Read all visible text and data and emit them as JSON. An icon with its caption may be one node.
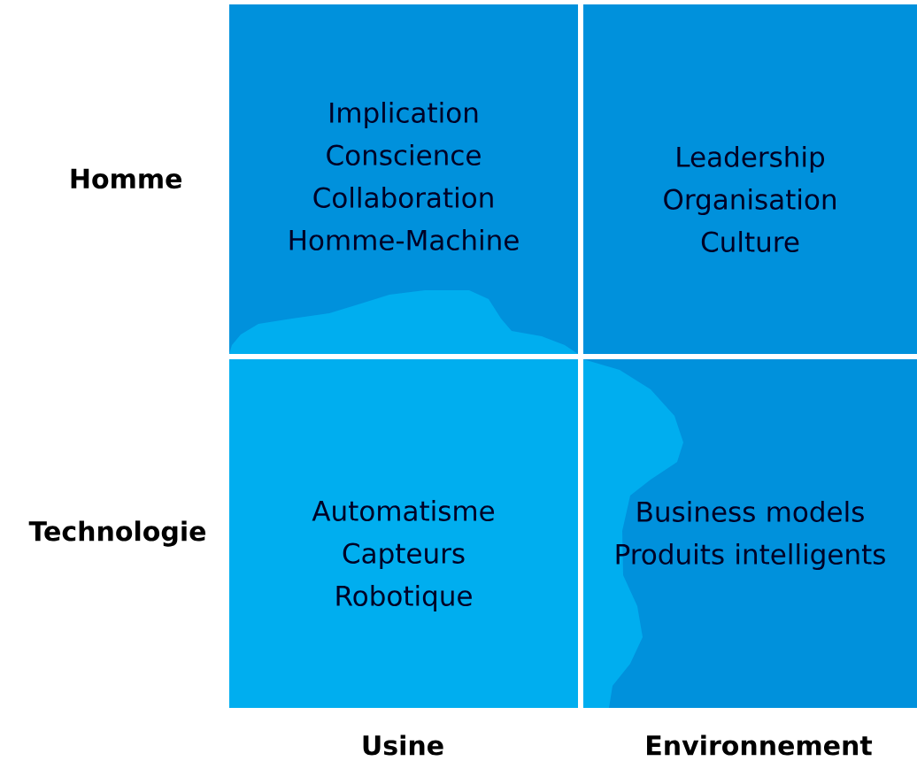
{
  "diagram": {
    "nodes": [
      {
        "text": [
          "Implication",
          "Conscience",
          "Collaboration Homme-Machine"
        ]
      },
      {
        "text": [
          "Leadership",
          "Organisation",
          "Culture"
        ]
      },
      {
        "text": [
          "Automatisme",
          "Capteurs",
          "Robotique"
        ]
      },
      {
        "text": [
          "Business models",
          "Produits intelligents"
        ]
      }
    ],
    "labels": [
      "Homme",
      "Technologie",
      "Usine",
      "Environnement"
    ]
  }
}
